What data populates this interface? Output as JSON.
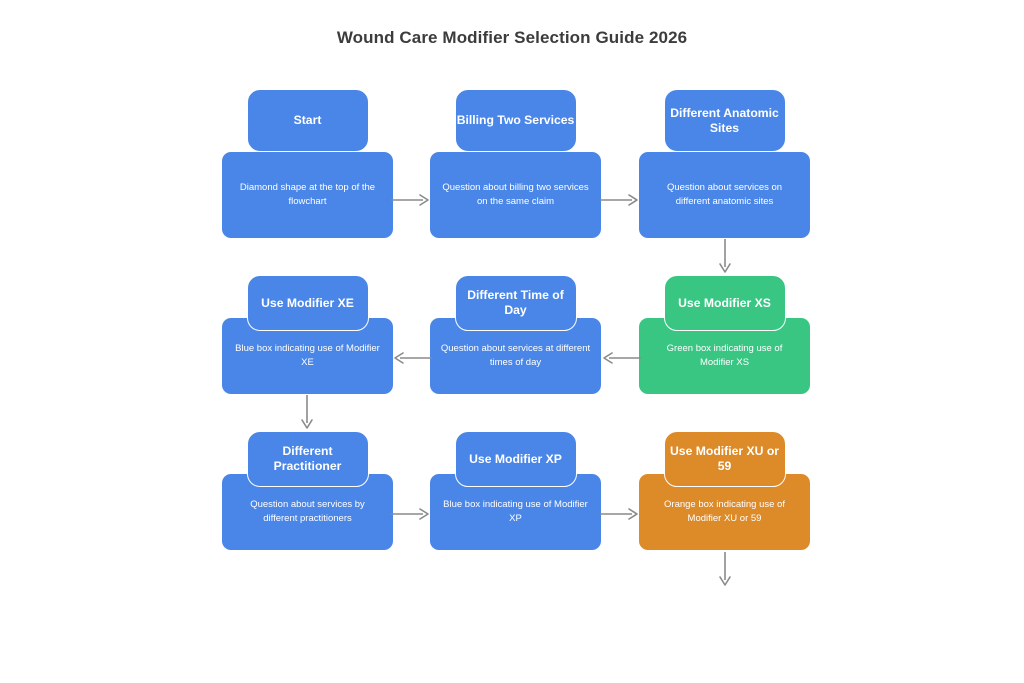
{
  "page": {
    "title": "Wound Care Modifier Selection Guide 2026",
    "background": "#ffffff"
  },
  "colors": {
    "blue": "#4a86e8",
    "green": "#39c683",
    "orange": "#dd8a29",
    "arrow": "#8a8a8a",
    "title_text": "#3c3c3c",
    "node_text": "#ffffff"
  },
  "chart_data": {
    "type": "diagram",
    "diagram_kind": "flowchart",
    "title": "Wound Care Modifier Selection Guide 2026",
    "layout": "3 rows x 3 columns, serpentine flow",
    "nodes": [
      {
        "id": "start",
        "row": 1,
        "col": 1,
        "title": "Start",
        "description": "Diamond shape at the top of the flowchart",
        "color": "#4a86e8",
        "color_name": "blue"
      },
      {
        "id": "billing-two-services",
        "row": 1,
        "col": 2,
        "title": "Billing Two Services",
        "description": "Question about billing two services on the same claim",
        "color": "#4a86e8",
        "color_name": "blue"
      },
      {
        "id": "different-anatomic-sites",
        "row": 1,
        "col": 3,
        "title": "Different Anatomic Sites",
        "description": "Question about services on different anatomic sites",
        "color": "#4a86e8",
        "color_name": "blue"
      },
      {
        "id": "use-modifier-xe",
        "row": 2,
        "col": 1,
        "title": "Use Modifier XE",
        "description": "Blue box indicating use of Modifier XE",
        "color": "#4a86e8",
        "color_name": "blue"
      },
      {
        "id": "different-time-of-day",
        "row": 2,
        "col": 2,
        "title": "Different Time of Day",
        "description": "Question about services at different times of day",
        "color": "#4a86e8",
        "color_name": "blue"
      },
      {
        "id": "use-modifier-xs",
        "row": 2,
        "col": 3,
        "title": "Use Modifier XS",
        "description": "Green box indicating use of Modifier XS",
        "color": "#39c683",
        "color_name": "green"
      },
      {
        "id": "different-practitioner",
        "row": 3,
        "col": 1,
        "title": "Different Practitioner",
        "description": "Question about services by different practitioners",
        "color": "#4a86e8",
        "color_name": "blue"
      },
      {
        "id": "use-modifier-xp",
        "row": 3,
        "col": 2,
        "title": "Use Modifier XP",
        "description": "Blue box indicating use of Modifier XP",
        "color": "#4a86e8",
        "color_name": "blue"
      },
      {
        "id": "use-modifier-xu-or-59",
        "row": 3,
        "col": 3,
        "title": "Use Modifier XU or 59",
        "description": "Orange box indicating use of Modifier XU or 59",
        "color": "#dd8a29",
        "color_name": "orange"
      }
    ],
    "edges": [
      {
        "from": "start",
        "to": "billing-two-services",
        "direction": "right"
      },
      {
        "from": "billing-two-services",
        "to": "different-anatomic-sites",
        "direction": "right"
      },
      {
        "from": "different-anatomic-sites",
        "to": "use-modifier-xs",
        "direction": "down"
      },
      {
        "from": "use-modifier-xs",
        "to": "different-time-of-day",
        "direction": "left"
      },
      {
        "from": "different-time-of-day",
        "to": "use-modifier-xe",
        "direction": "left"
      },
      {
        "from": "use-modifier-xe",
        "to": "different-practitioner",
        "direction": "down"
      },
      {
        "from": "different-practitioner",
        "to": "use-modifier-xp",
        "direction": "right"
      },
      {
        "from": "use-modifier-xp",
        "to": "use-modifier-xu-or-59",
        "direction": "right"
      },
      {
        "from": "use-modifier-xu-or-59",
        "to": null,
        "direction": "down"
      }
    ]
  }
}
